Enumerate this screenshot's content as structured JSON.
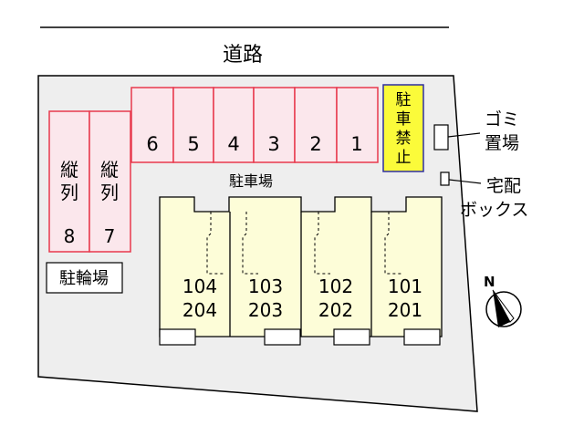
{
  "road": {
    "label": "道路"
  },
  "parking": {
    "label": "駐車場",
    "spaces": [
      {
        "label": "6"
      },
      {
        "label": "5"
      },
      {
        "label": "4"
      },
      {
        "label": "3"
      },
      {
        "label": "2"
      },
      {
        "label": "1"
      }
    ],
    "tandem": [
      {
        "top": "縦",
        "middle": "列",
        "number": "8"
      },
      {
        "top": "縦",
        "middle": "列",
        "number": "7"
      }
    ],
    "no_parking": {
      "chars": [
        "駐",
        "車",
        "禁",
        "止"
      ]
    }
  },
  "bicycle": {
    "label": "駐輪場"
  },
  "garbage": {
    "line1": "ゴミ",
    "line2": "置場"
  },
  "delivery_box": {
    "line1": "宅配",
    "line2": "ボックス"
  },
  "units": [
    {
      "upper": "104",
      "lower": "204"
    },
    {
      "upper": "103",
      "lower": "203"
    },
    {
      "upper": "102",
      "lower": "202"
    },
    {
      "upper": "101",
      "lower": "201"
    }
  ],
  "compass": {
    "label": "N"
  },
  "colors": {
    "lot": "#eeeeee",
    "parking_fill": "#fbe7ec",
    "parking_stroke": "#e8394d",
    "no_parking_fill": "#fbfb3a",
    "no_parking_stroke": "#2e2ea0",
    "building_fill": "#fdfdd8"
  }
}
